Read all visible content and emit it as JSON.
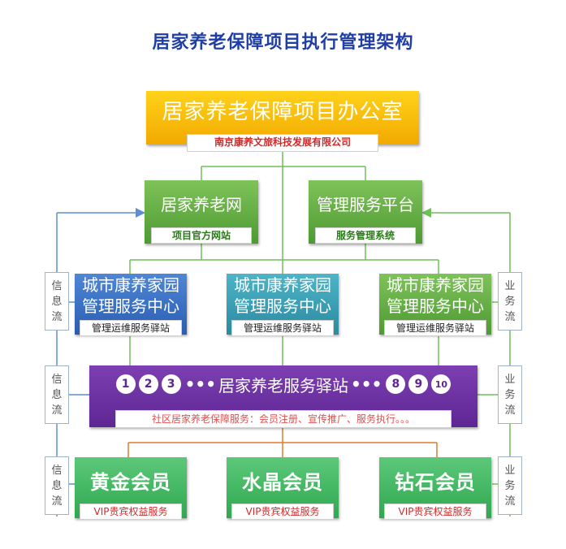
{
  "title": "居家养老保障项目执行管理架构",
  "office": {
    "label": "居家养老保障项目办公室",
    "company": "南京康养文旅科技发展有限公司"
  },
  "tier2": [
    {
      "label": "居家养老网",
      "sub": "项目官方网站"
    },
    {
      "label": "管理服务平台",
      "sub": "服务管理系统"
    }
  ],
  "centers": [
    {
      "line1": "城市康养家园",
      "line2": "管理服务中心",
      "sub": "管理运维服务驿站"
    },
    {
      "line1": "城市康养家园",
      "line2": "管理服务中心",
      "sub": "管理运维服务驿站"
    },
    {
      "line1": "城市康养家园",
      "line2": "管理服务中心",
      "sub": "管理运维服务驿站"
    }
  ],
  "station": {
    "nums_left": [
      "1",
      "2",
      "3"
    ],
    "dots_left": "•••",
    "label": "居家养老服务驿站",
    "dots_right": "•••",
    "nums_right": [
      "8",
      "9",
      "10"
    ],
    "sub": "社区居家养老保障服务：会员注册、宣传推广、服务执行。。。"
  },
  "members": [
    {
      "label": "黄金会员",
      "sub": "VIP贵宾权益服务"
    },
    {
      "label": "水晶会员",
      "sub": "VIP贵宾权益服务"
    },
    {
      "label": "钻石会员",
      "sub": "VIP贵宾权益服务"
    }
  ],
  "side_left": {
    "c1": "信",
    "c2": "息",
    "c3": "流"
  },
  "side_right": {
    "c1": "业",
    "c2": "务",
    "c3": "流"
  },
  "colors": {
    "title": "#1f3fa6",
    "line_green": "#6fbf5a",
    "line_blue": "#5b8fd0",
    "line_orange": "#e07a2a"
  }
}
